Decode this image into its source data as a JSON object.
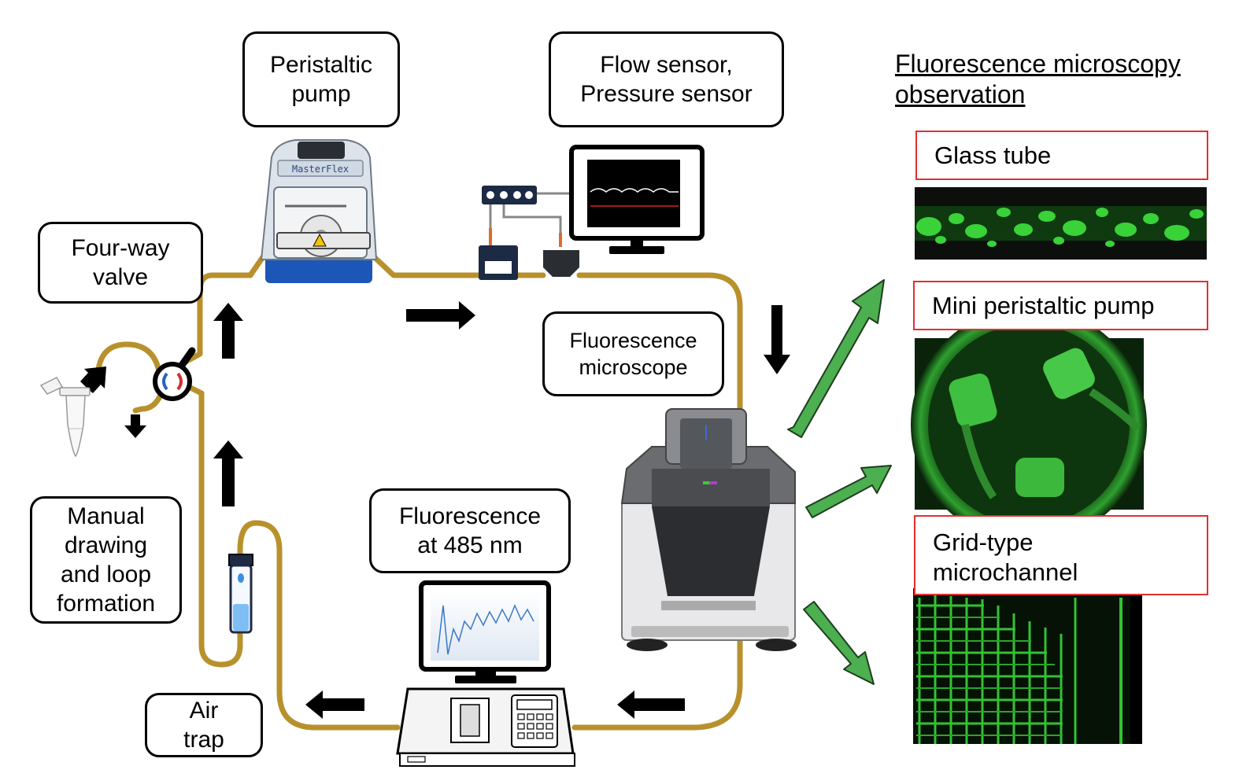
{
  "labels": {
    "peristaltic_pump": "Peristaltic\npump",
    "flow_sensor": "Flow sensor,\nPressure sensor",
    "four_way_valve": "Four-way\nvalve",
    "fluorescence_microscope": "Fluorescence\nmicroscope",
    "manual_drawing": "Manual\ndrawing\nand loop\nformation",
    "fluorescence_485": "Fluorescence\nat 485 nm",
    "air_trap": "Air\ntrap"
  },
  "observation": {
    "title": "Fluorescence microscopy\nobservation",
    "panels": [
      {
        "label": "Glass tube"
      },
      {
        "label": "Mini peristaltic pump"
      },
      {
        "label": "Grid-type\nmicrochannel"
      }
    ]
  },
  "pump_brand": "MasterFlex",
  "colors": {
    "tubing": "#b8912d",
    "arrow_flow": "#000000",
    "arrow_obs": "#4caf50",
    "obs_border": "#e03030",
    "fluor_green": "#39d239"
  }
}
